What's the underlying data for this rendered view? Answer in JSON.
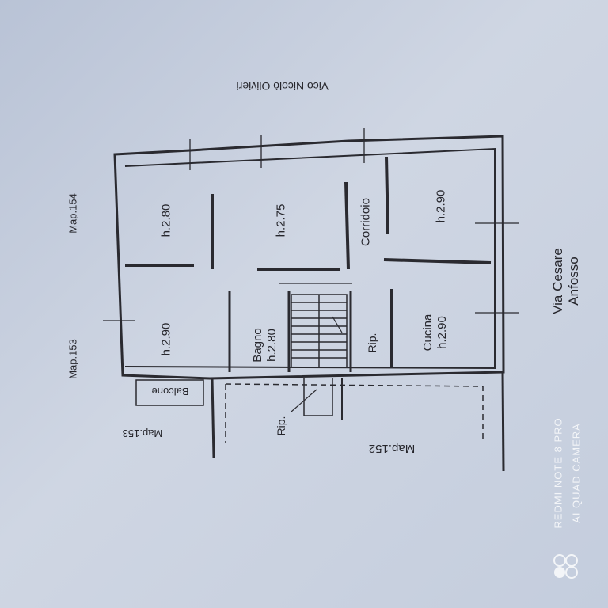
{
  "plan": {
    "street_top": "Vico Nicolò Olivieri",
    "street_right_1": "Via Cesare",
    "street_right_2": "Anfosso",
    "map_154": "Map.154",
    "map_153_left": "Map.153",
    "map_153_bottom": "Map.153",
    "map_152": "Map.152",
    "rooms": {
      "room_a": "h.2.80",
      "room_b": "h.2.75",
      "room_c": "h.2.90",
      "room_d": "h.2.90",
      "bagno_name": "Bagno",
      "bagno_h": "h.2.80",
      "corridoio": "Corridoio",
      "cucina_name": "Cucina",
      "cucina_h": "h.2.90",
      "rip_1": "Rip.",
      "rip_2": "Rip.",
      "balcone": "Balcone"
    }
  },
  "watermark": {
    "line1": "REDMI NOTE 8 PRO",
    "line2": "AI QUAD CAMERA"
  }
}
